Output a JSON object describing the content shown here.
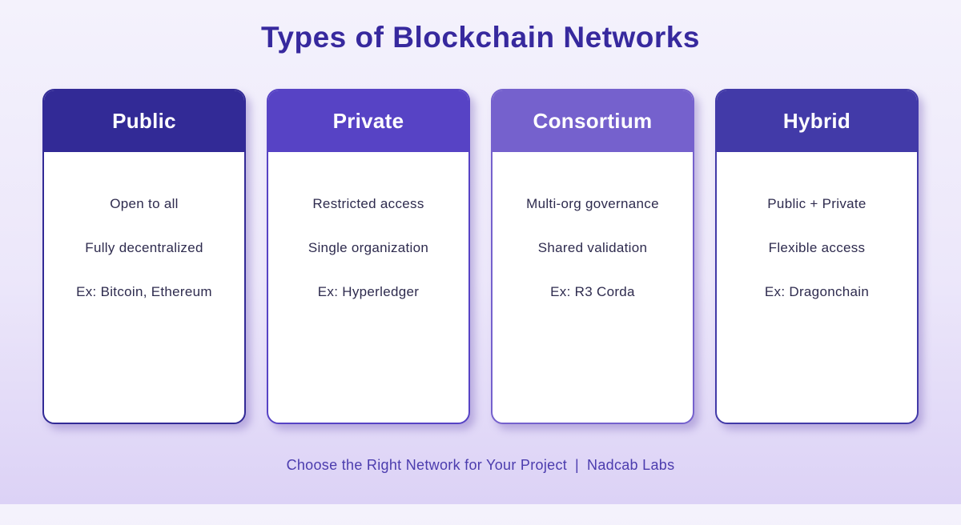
{
  "title": "Types of Blockchain Networks",
  "theme": {
    "title_color": "#37299e",
    "background_top": "#f4f2fc",
    "background_bottom": "#dcd2f6",
    "body_text_color": "#2e2b4e",
    "footer_text_color": "#4b3cae",
    "card_body_background": "#ffffff",
    "header_text_color": "#ffffff"
  },
  "cards": [
    {
      "title": "Public",
      "color": "#322a96",
      "items": [
        "Open to all",
        "Fully decentralized",
        "Ex: Bitcoin, Ethereum"
      ]
    },
    {
      "title": "Private",
      "color": "#5743c5",
      "items": [
        "Restricted access",
        "Single organization",
        "Ex: Hyperledger"
      ]
    },
    {
      "title": "Consortium",
      "color": "#7561cd",
      "items": [
        "Multi-org governance",
        "Shared validation",
        "Ex: R3 Corda"
      ]
    },
    {
      "title": "Hybrid",
      "color": "#423aa8",
      "items": [
        "Public + Private",
        "Flexible access",
        "Ex: Dragonchain"
      ]
    }
  ],
  "footer": {
    "tagline": "Choose the Right Network for Your Project",
    "separator": "|",
    "brand": "Nadcab Labs"
  }
}
